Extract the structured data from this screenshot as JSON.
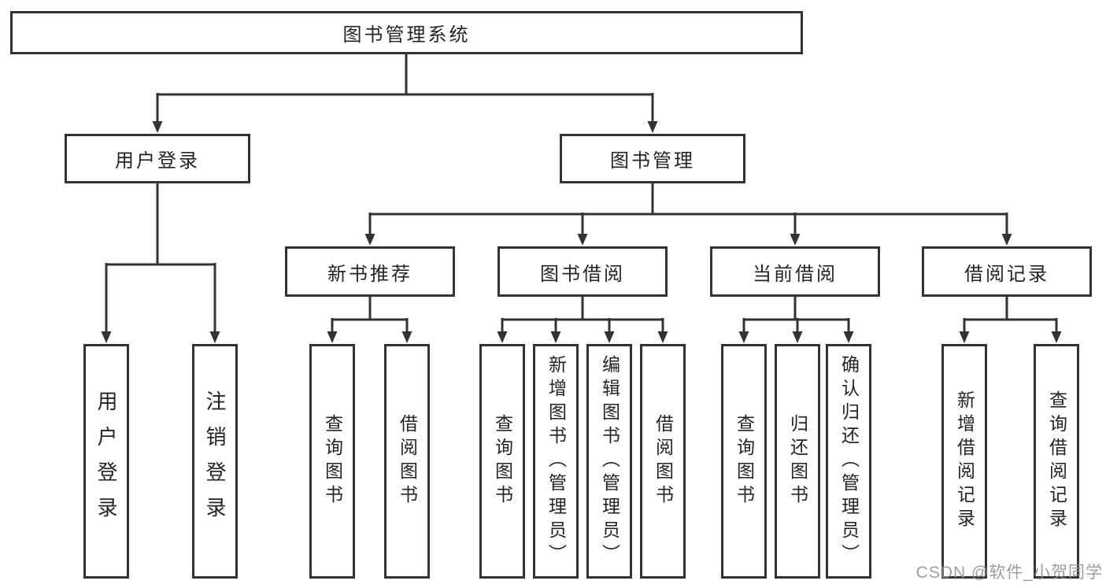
{
  "colors": {
    "line": "#333333",
    "box_border": "#333333",
    "box_fill": "#ffffff",
    "text": "#242424",
    "watermark_text": "#919191"
  },
  "diagram": {
    "root": "图书管理系统",
    "level2": [
      "用户登录",
      "图书管理"
    ],
    "level3": [
      "新书推荐",
      "图书借阅",
      "当前借阅",
      "借阅记录"
    ],
    "leaves": {
      "user_login": [
        "用户登录",
        "注销登录"
      ],
      "new_book_recommend": [
        "查询图书",
        "借阅图书"
      ],
      "book_borrow": [
        "查询图书",
        "新增图书（管理员）",
        "编辑图书（管理员）",
        "借阅图书"
      ],
      "current_borrow": [
        "查询图书",
        "归还图书",
        "确认归还（管理员）"
      ],
      "borrow_records": [
        "新增借阅记录",
        "查询借阅记录"
      ]
    }
  },
  "watermark": "CSDN @软件_小贺同学"
}
